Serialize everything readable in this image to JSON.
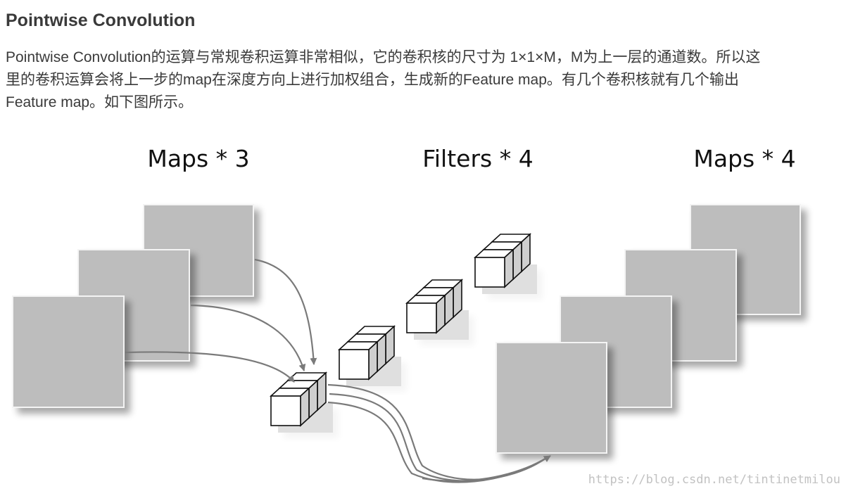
{
  "article": {
    "heading": "Pointwise Convolution",
    "paragraph_lines": [
      "Pointwise Convolution的运算与常规卷积运算非常相似，它的卷积核的尺寸为 1×1×M，M为上一层的通道数。所以这",
      "里的卷积运算会将上一步的map在深度方向上进行加权组合，生成新的Feature map。有几个卷积核就有几个输出",
      "Feature map。如下图所示。"
    ]
  },
  "figure": {
    "labels": {
      "input_maps": "Maps * 3",
      "filters": "Filters * 4",
      "output_maps": "Maps * 4"
    },
    "watermark": "https://blog.csdn.net/tintinetmilou",
    "input_map_count": 3,
    "filter_count": 4,
    "output_map_count": 4,
    "colors": {
      "map_fill": "#bdbdbd",
      "cube_top": "#ffffff",
      "cube_side": "#cfcfcf",
      "arrow": "#7a7a7a"
    }
  }
}
